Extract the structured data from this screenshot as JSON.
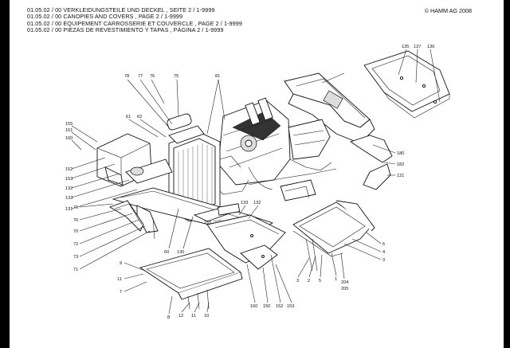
{
  "header": {
    "lines": [
      "01.05.02 / 00 VERKLEIDUNGSTEILE UND DECKEL , SEITE 2 / 1-9999",
      "01.05.02 / 00 CANOPIES AND COVERS , PAGE 2 / 1-9999",
      "01.05.02 / 00 EQUIPEMENT CARROSSERIE ET COUVERCLE , PAGE 2 / 1-9999",
      "01.05.02 / 00 PIEZAS DE REVESTIMIENTO Y TAPAS , PÁGINA 2 / 1-9999"
    ],
    "copyright": "© HAMM AG 2008"
  },
  "callouts": [
    "135",
    "137",
    "136",
    "78",
    "77",
    "76",
    "75",
    "81",
    "61",
    "62",
    "155",
    "151",
    "160",
    "152",
    "153",
    "132",
    "133",
    "131",
    "71",
    "76",
    "70",
    "72",
    "73",
    "71",
    "9",
    "11",
    "7",
    "8",
    "12",
    "11",
    "10",
    "60",
    "130",
    "133",
    "132",
    "155",
    "160",
    "150",
    "152",
    "153",
    "3",
    "2",
    "5",
    "1",
    "204",
    "205",
    "6",
    "4",
    "3",
    "180",
    "182",
    "121"
  ]
}
